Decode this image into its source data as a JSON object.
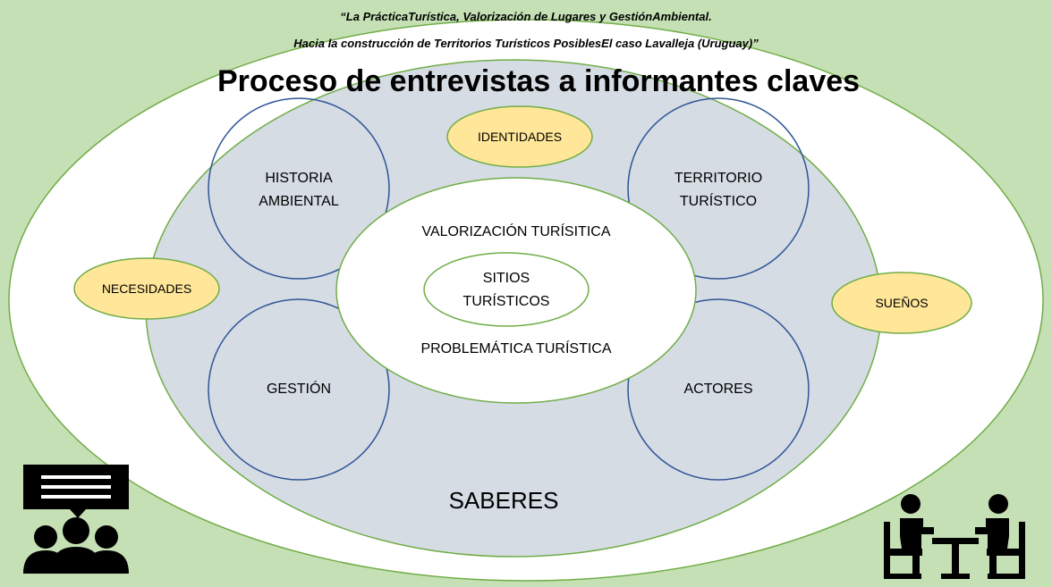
{
  "header": {
    "quote_line_1": "“La PrácticaTurística, Valorización de Lugares y GestiónAmbiental.",
    "quote_line_2": "Hacia la construcción de Territorios Turísticos PosiblesEl caso Lavalleja (Uruguay)”",
    "title": "Proceso de entrevistas a informantes claves"
  },
  "diagram": {
    "outer_label": "SABERES",
    "circles": {
      "historia": "HISTORIA AMBIENTAL",
      "territorio": "TERRITORIO TURÍSTICO",
      "gestion": "GESTIÓN",
      "actores": "ACTORES"
    },
    "center": {
      "top": "VALORIZACIÓN TURÍSITICA",
      "core": "SITIOS TURÍSTICOS",
      "bottom": "PROBLEMÁTICA TURÍSTICA"
    },
    "bubbles": {
      "identidades": "IDENTIDADES",
      "necesidades": "NECESIDADES",
      "suenos": "SUEÑOS"
    }
  },
  "icons": [
    "group-conversation-icon",
    "interview-meeting-icon"
  ],
  "colors": {
    "background": "#c5e0b4",
    "gray_area": "#d6dce4",
    "circle_stroke": "#2f5597",
    "ellipse_stroke": "#70ad47",
    "bubble_fill": "#ffe699"
  }
}
